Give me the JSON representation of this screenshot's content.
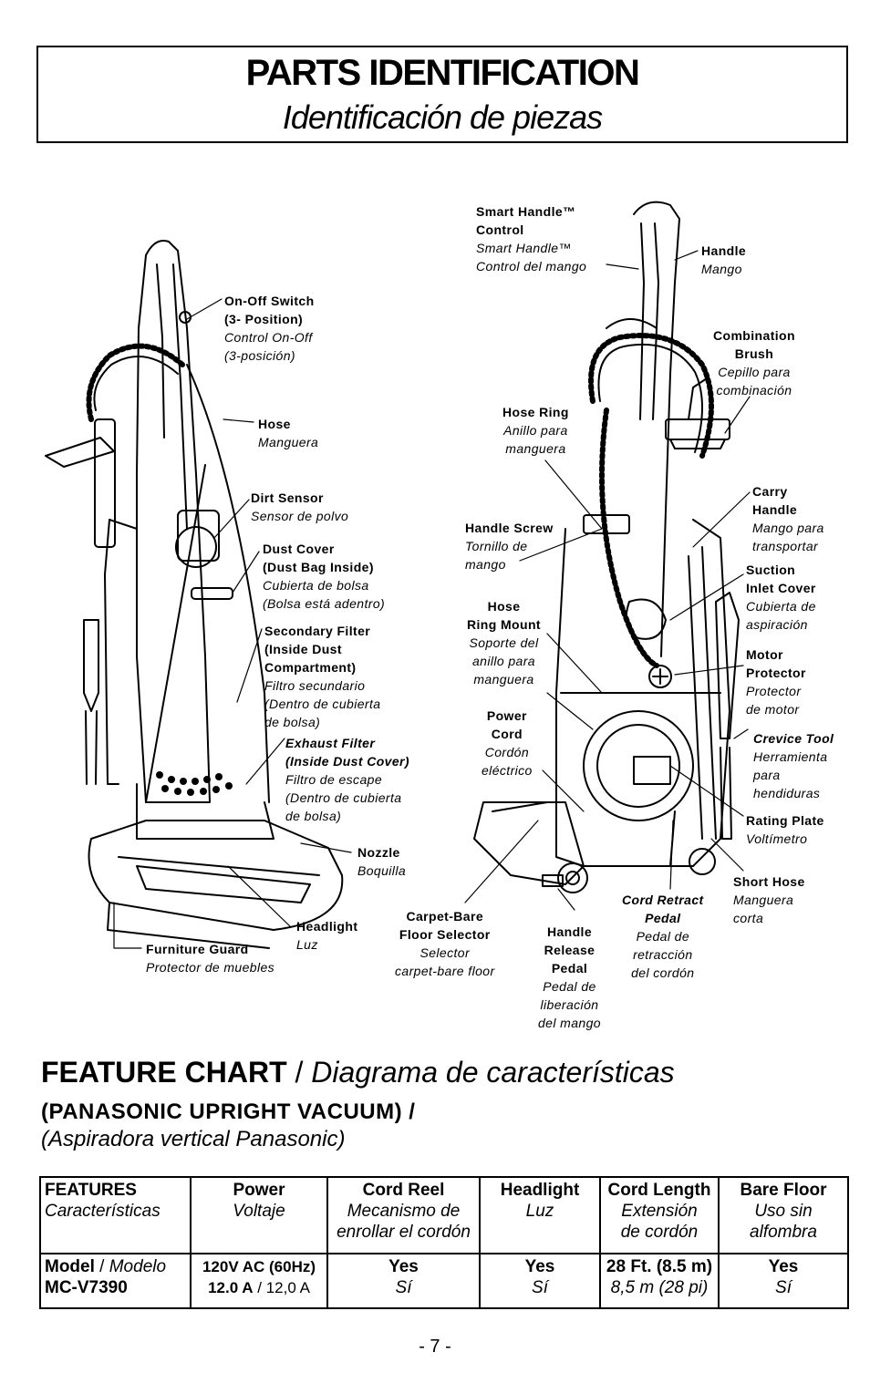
{
  "header": {
    "title": "PARTS IDENTIFICATION",
    "subtitle": "Identificación de piezas"
  },
  "labels": {
    "on_off_switch": {
      "en1": "On-Off Switch",
      "en2": "(3- Position)",
      "es1": "Control On-Off",
      "es2": "(3-posición)"
    },
    "hose_left": {
      "en": "Hose",
      "es": "Manguera"
    },
    "dirt_sensor": {
      "en": "Dirt Sensor",
      "es": "Sensor de polvo"
    },
    "dust_cover": {
      "en1": "Dust Cover",
      "en2": "(Dust Bag Inside)",
      "es1": "Cubierta de bolsa",
      "es2": "(Bolsa está adentro)"
    },
    "secondary_filter": {
      "en1": "Secondary Filter",
      "en2": "(Inside Dust",
      "en3": "Compartment)",
      "es1": "Filtro secundario",
      "es2": "(Dentro de cubierta",
      "es3": "de bolsa)"
    },
    "exhaust_filter": {
      "en1": "Exhaust Filter",
      "en2": "(Inside Dust Cover)",
      "es1": "Filtro de escape",
      "es2": "(Dentro de cubierta",
      "es3": "de bolsa)"
    },
    "nozzle": {
      "en": "Nozzle",
      "es": "Boquilla"
    },
    "headlight": {
      "en": "Headlight",
      "es": "Luz"
    },
    "furniture_guard": {
      "en": "Furniture Guard",
      "es": "Protector de muebles"
    },
    "smart_handle": {
      "en1": "Smart Handle™",
      "en2": "Control",
      "es1": "Smart Handle™",
      "es2": "Control del mango"
    },
    "handle": {
      "en": "Handle",
      "es": "Mango"
    },
    "combination_brush": {
      "en1": "Combination",
      "en2": "Brush",
      "es1": "Cepillo para",
      "es2": "combinación"
    },
    "hose_ring": {
      "en": "Hose Ring",
      "es1": "Anillo para",
      "es2": "manguera"
    },
    "carry_handle": {
      "en1": "Carry",
      "en2": "Handle",
      "es1": "Mango para",
      "es2": "transportar"
    },
    "handle_screw": {
      "en": "Handle Screw",
      "es1": "Tornillo de",
      "es2": "mango"
    },
    "suction_inlet_cover": {
      "en1": "Suction",
      "en2": "Inlet Cover",
      "es1": "Cubierta de",
      "es2": "aspiración"
    },
    "hose_ring_mount": {
      "en1": "Hose",
      "en2": "Ring Mount",
      "es1": "Soporte del",
      "es2": "anillo para",
      "es3": "manguera"
    },
    "motor_protector": {
      "en1": "Motor",
      "en2": "Protector",
      "es1": "Protector",
      "es2": "de motor"
    },
    "power_cord": {
      "en1": "Power",
      "en2": "Cord",
      "es1": "Cordón",
      "es2": "eléctrico"
    },
    "crevice_tool": {
      "en": "Crevice Tool",
      "es1": "Herramienta",
      "es2": "para",
      "es3": "hendiduras"
    },
    "rating_plate": {
      "en": "Rating Plate",
      "es": "Voltímetro"
    },
    "short_hose": {
      "en": "Short Hose",
      "es1": "Manguera",
      "es2": "corta"
    },
    "cord_retract_pedal": {
      "en1": "Cord Retract",
      "en2": "Pedal",
      "es1": "Pedal de",
      "es2": "retracción",
      "es3": "del cordón"
    },
    "carpet_bare_selector": {
      "en1": "Carpet-Bare",
      "en2": "Floor Selector",
      "es1": "Selector",
      "es2": "carpet-bare floor"
    },
    "handle_release_pedal": {
      "en1": "Handle",
      "en2": "Release",
      "en3": "Pedal",
      "es1": "Pedal de",
      "es2": "liberación",
      "es3": "del mango"
    }
  },
  "feature_chart": {
    "title_en": "FEATURE CHART",
    "title_sep": " / ",
    "title_es": "Diagrama de características",
    "subtitle_en": "(PANASONIC UPRIGHT VACUUM) /",
    "subtitle_es": "(Aspiradora vertical Panasonic)",
    "headers": [
      {
        "en": "FEATURES",
        "es": "Características"
      },
      {
        "en": "Power",
        "es": "Voltaje"
      },
      {
        "en": "Cord Reel",
        "es1": "Mecanismo de",
        "es2": "enrollar el cordón"
      },
      {
        "en": "Headlight",
        "es": "Luz"
      },
      {
        "en": "Cord Length",
        "es1": "Extensión",
        "es2": "de cordón"
      },
      {
        "en": "Bare Floor",
        "es1": "Uso sin",
        "es2": "alfombra"
      }
    ],
    "row": {
      "model_en": "Model",
      "model_sep": " / ",
      "model_es": "Modelo",
      "model_id": "MC-V7390",
      "power_1": "120V AC (60Hz)",
      "power_2_en": "12.0 A",
      "power_2_sep": " / ",
      "power_2_es": "12,0 A",
      "cord_reel_en": "Yes",
      "cord_reel_es": "Sí",
      "headlight_en": "Yes",
      "headlight_es": "Sí",
      "cord_length_en": "28 Ft. (8.5 m)",
      "cord_length_es": "8,5 m (28 pi)",
      "bare_floor_en": "Yes",
      "bare_floor_es": "Sí"
    }
  },
  "footer": {
    "page_number": "- 7 -"
  }
}
